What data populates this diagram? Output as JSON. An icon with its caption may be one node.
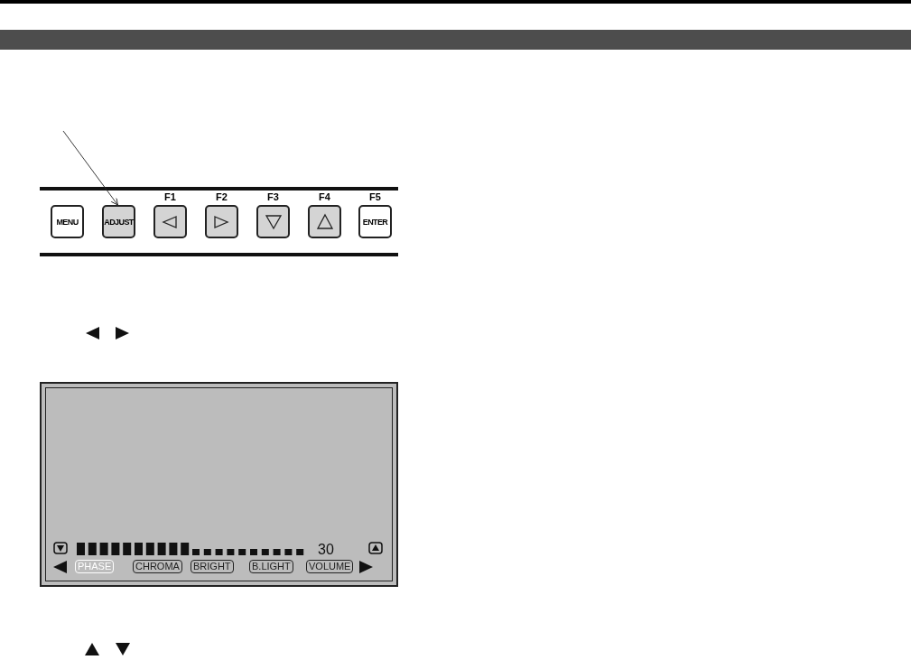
{
  "diagram": {
    "nodes": [
      {
        "text": [
          "MENU"
        ]
      },
      {
        "text": [
          "ADJUST"
        ]
      },
      {
        "text": [],
        "shape": "box",
        "beside": [
          "F1"
        ]
      },
      {
        "text": [],
        "shape": "box",
        "beside": [
          "F2"
        ]
      },
      {
        "text": [],
        "shape": "box",
        "beside": [
          "F3"
        ]
      },
      {
        "text": [],
        "shape": "box",
        "beside": [
          "F4"
        ]
      },
      {
        "text": [
          "ENTER"
        ],
        "beside": [
          "F5"
        ]
      }
    ],
    "edges": [
      {
        "from": null,
        "to": 1,
        "arrow": "to"
      }
    ],
    "labels": [
      "30",
      "PHASE",
      "CHROMA",
      "BRIGHT",
      "B.LIGHT",
      "VOLUME"
    ]
  }
}
